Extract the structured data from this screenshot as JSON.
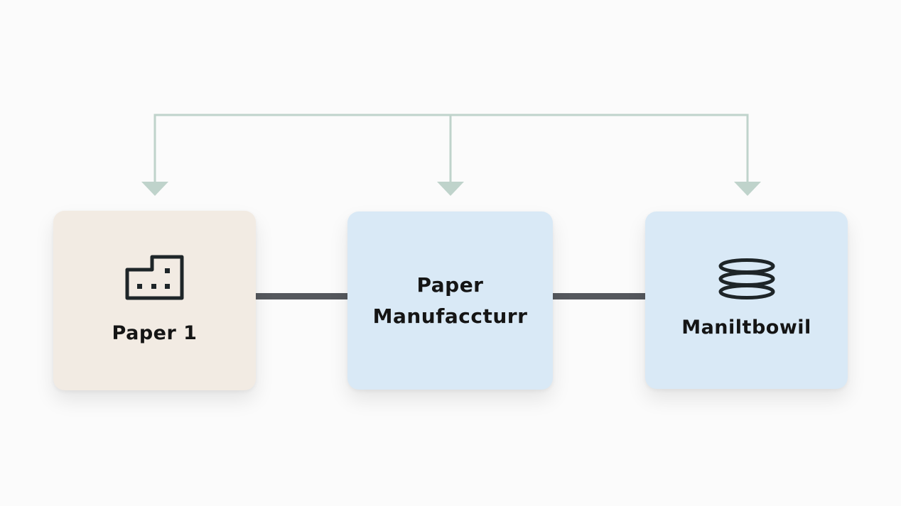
{
  "diagram": {
    "nodes": [
      {
        "id": "n1",
        "label": "Paper 1",
        "icon": "factory-icon",
        "fill": "#f2ebe3"
      },
      {
        "id": "n2",
        "label_lines": [
          "Paper",
          "Manufaccturr"
        ],
        "icon": null,
        "fill": "#d9e9f6"
      },
      {
        "id": "n3",
        "label": "Maniltbowil",
        "icon": "stack-icon",
        "fill": "#d9e9f6"
      }
    ],
    "edges": [
      {
        "from": "n1",
        "to": "n2",
        "type": "line",
        "color": "#55585d"
      },
      {
        "from": "n2",
        "to": "n3",
        "type": "line",
        "color": "#55585d"
      },
      {
        "from": "bus",
        "to": "n1",
        "type": "arrow",
        "color": "#bfd3cb"
      },
      {
        "from": "bus",
        "to": "n2",
        "type": "arrow",
        "color": "#bfd3cb"
      },
      {
        "from": "bus",
        "to": "n3",
        "type": "arrow",
        "color": "#bfd3cb"
      }
    ]
  }
}
